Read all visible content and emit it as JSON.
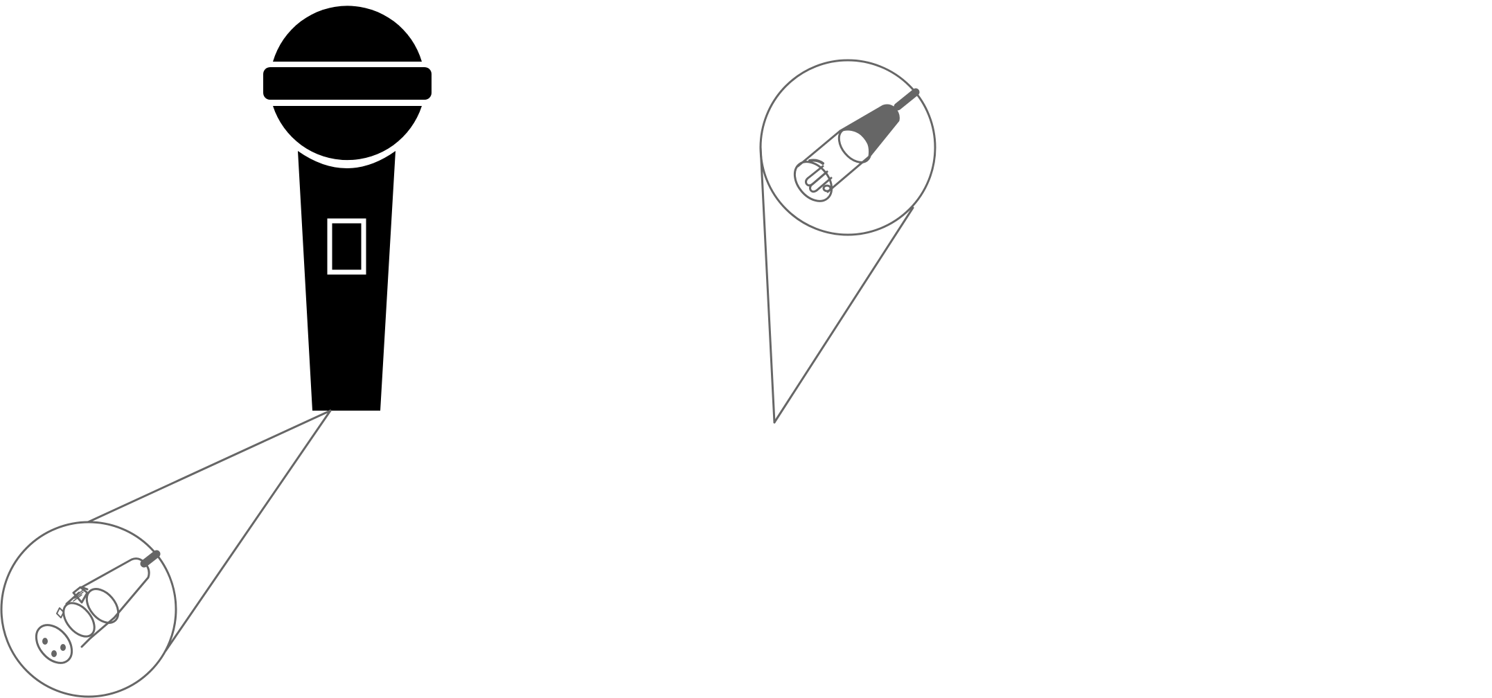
{
  "illustration": {
    "subject": "microphone-with-xlr-connector-callouts",
    "colors": {
      "microphone_fill": "#000000",
      "line_art": "#666666",
      "background": "#ffffff"
    },
    "callouts": [
      {
        "label": "",
        "depicts": "xlr-female-connector",
        "source": "microphone-base"
      },
      {
        "label": "",
        "depicts": "xlr-male-connector",
        "source": "cable-end"
      }
    ]
  }
}
